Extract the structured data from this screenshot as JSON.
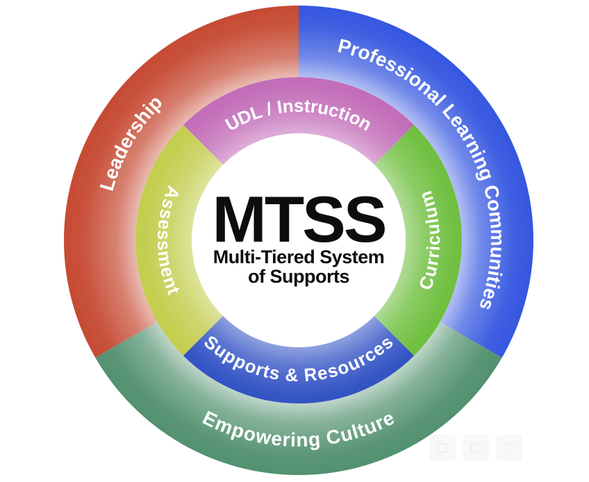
{
  "page": {
    "background_color": "#ffffff"
  },
  "diagram": {
    "center": {
      "title": "MTSS",
      "subtitle_line1": "Multi-Tiered System",
      "subtitle_line2": "of Supports",
      "text_color": "#0d0d0d",
      "circle_color": "#ffffff"
    },
    "label_color": "#ffffff",
    "outer_ring": {
      "segments": [
        {
          "id": "leadership",
          "label": "Leadership",
          "color": "#c64a33"
        },
        {
          "id": "professional-learning-communities",
          "label": "Professional Learning Communities",
          "color": "#3557e0"
        },
        {
          "id": "empowering-culture",
          "label": "Empowering Culture",
          "color": "#52916f"
        }
      ]
    },
    "inner_ring": {
      "segments": [
        {
          "id": "udl-instruction",
          "label": "UDL / Instruction",
          "color": "#c26cb8"
        },
        {
          "id": "curriculum",
          "label": "Curriculum",
          "color": "#6fbf3f"
        },
        {
          "id": "supports-resources",
          "label": "Supports & Resources",
          "color": "#3253c4"
        },
        {
          "id": "assessment",
          "label": "Assessment",
          "color": "#c3cd4d"
        }
      ]
    }
  },
  "corner_toolbar": {
    "button_count": "3"
  }
}
